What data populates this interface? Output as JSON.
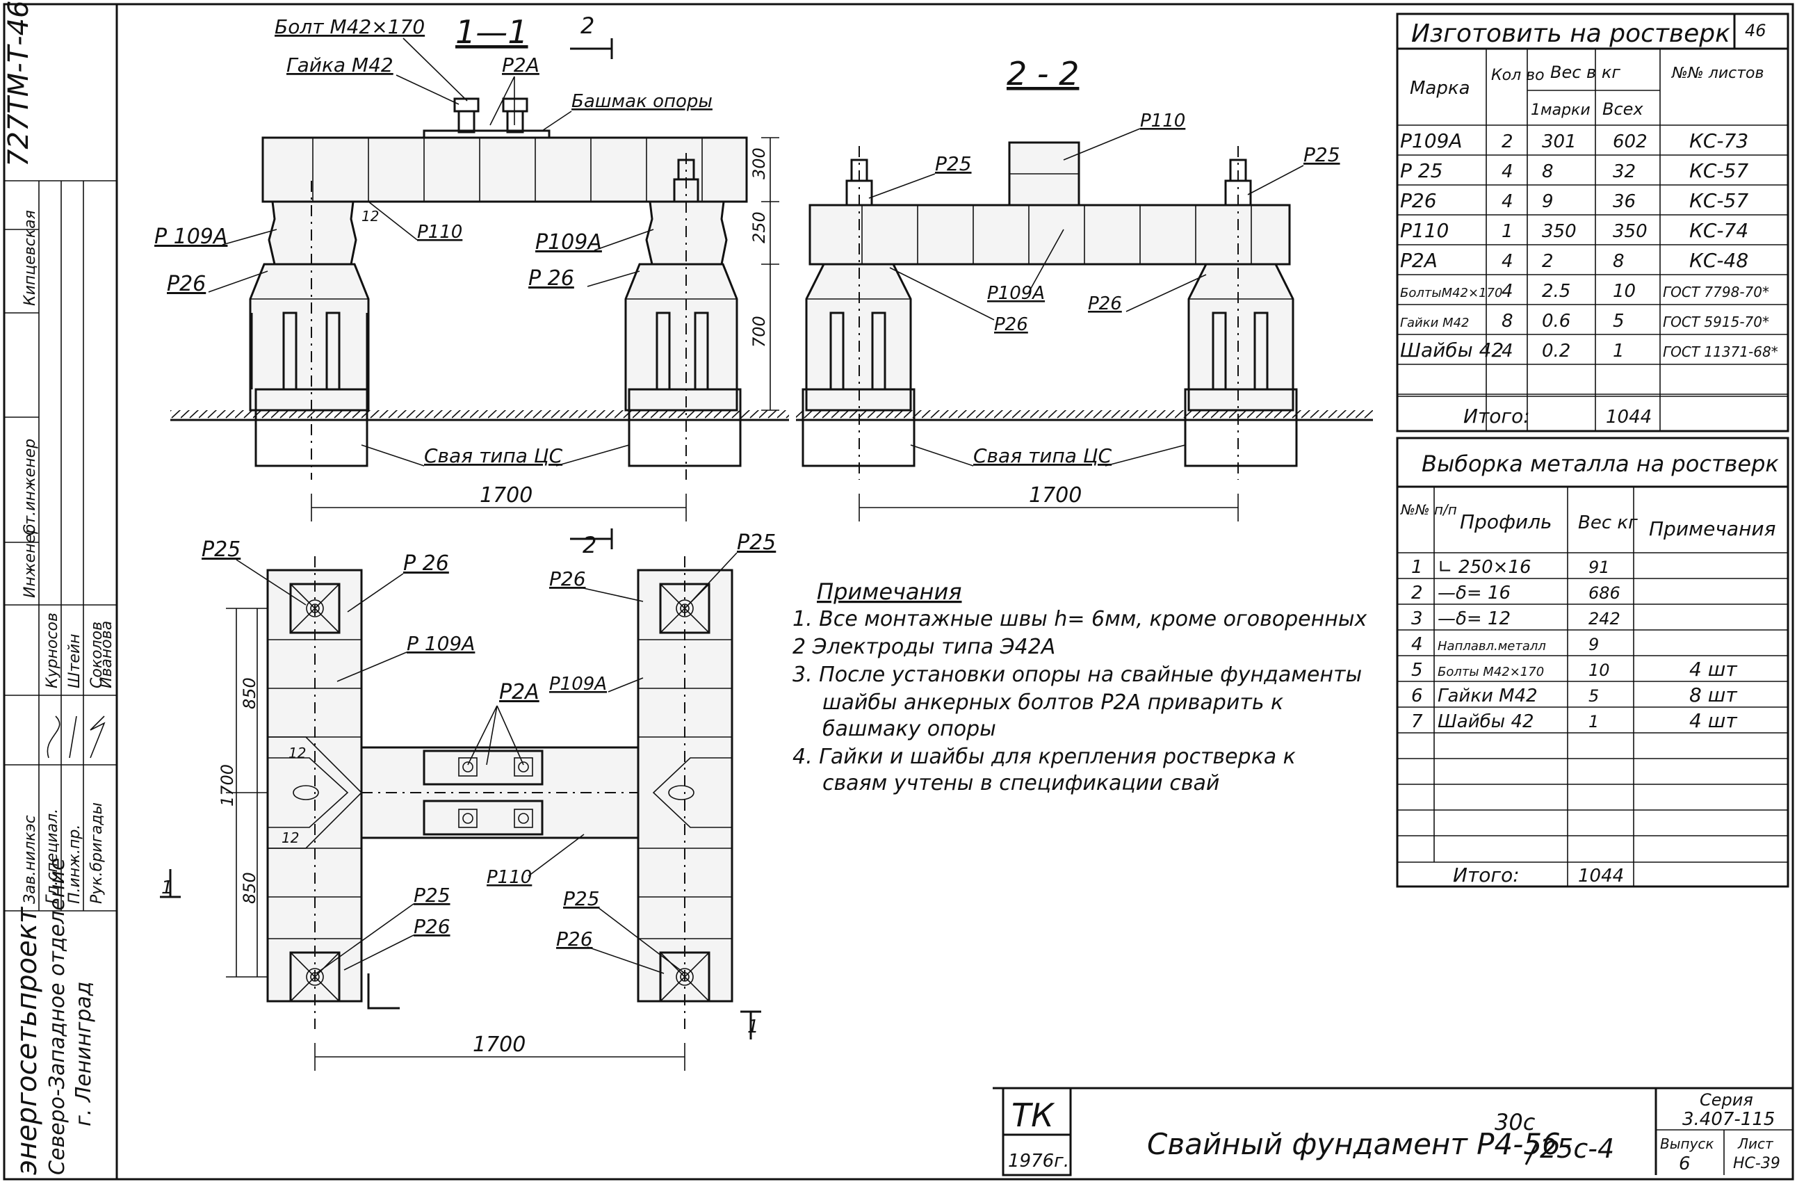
{
  "stamp_side": {
    "doc_number": "727ТМ-Т-46",
    "organization": "энергосетьпроект",
    "department": "Северо-Западное отделение",
    "city": "г. Ленинград",
    "roles": [
      "Зав.нилкэс",
      "Гл.специал.",
      "П.инж.пр.",
      "Рук.бригады",
      "Ст.инженер",
      "Инженер"
    ],
    "names": [
      "Курносов",
      "Штейн",
      "Соколов",
      "Иванова",
      "Кипцевская"
    ]
  },
  "section_1_1": {
    "title": "1—1",
    "cut_mark": "2",
    "labels": {
      "bolt": "Болт М42×170",
      "nut": "Гайка М42",
      "p2a": "Р2А",
      "shoe": "Башмак опоры",
      "p109a_left": "Р 109А",
      "p26_left": "Р26",
      "p110": "Р110",
      "p109a_right": "Р109А",
      "p26_right": "Р 26",
      "weld": "12",
      "pile": "Свая типа ЦС"
    },
    "dims": {
      "d300": "300",
      "d250": "250",
      "d700": "700",
      "span": "1700"
    }
  },
  "section_2_2": {
    "title": "2 - 2",
    "labels": {
      "p110": "Р110",
      "p25_left": "Р25",
      "p25_right": "Р25",
      "p109a": "Р109А",
      "p26_mid": "Р26",
      "p26_right": "Р26",
      "pile": "Свая типа ЦС"
    },
    "dims": {
      "span": "1700"
    }
  },
  "plan": {
    "cut_mark_top": "2",
    "cut_mark_left": "1",
    "cut_mark_right": "1",
    "labels": {
      "p25_tl": "Р25",
      "p26_tl": "Р 26",
      "p109a_l": "Р 109А",
      "p2a": "Р2А",
      "p109a_r": "Р109А",
      "p26_tr": "Р26",
      "p25_tr": "Р25",
      "p110": "Р110",
      "p25_bl": "Р25",
      "p26_bl": "Р26",
      "p25_br": "Р25",
      "p26_br": "Р26",
      "weld_a": "12",
      "weld_b": "12"
    },
    "dims": {
      "d850a": "850",
      "d850b": "850",
      "d1700v": "1700",
      "d1700h": "1700"
    }
  },
  "notes": {
    "title": "Примечания",
    "items": [
      "1. Все монтажные швы h= 6мм, кроме оговоренных",
      "2 Электроды типа Э42А",
      "3. После установки опоры на свайные фундаменты",
      "шайбы анкерных болтов Р2А приварить к",
      "башмаку опоры",
      "4. Гайки и шайбы для крепления ростверка к",
      "сваям учтены в спецификации свай"
    ]
  },
  "table_make": {
    "title": "Изготовить на ростверк",
    "sheet_no": "46",
    "headers": [
      "Марка",
      "Кол во",
      "Вес в кг",
      "1марки",
      "Всех",
      "№№ листов"
    ],
    "rows": [
      [
        "Р109А",
        "2",
        "301",
        "602",
        "КС-73"
      ],
      [
        "Р 25",
        "4",
        "8",
        "32",
        "КС-57"
      ],
      [
        "Р26",
        "4",
        "9",
        "36",
        "КС-57"
      ],
      [
        "Р110",
        "1",
        "350",
        "350",
        "КС-74"
      ],
      [
        "Р2А",
        "4",
        "2",
        "8",
        "КС-48"
      ],
      [
        "БолтыМ42×170",
        "4",
        "2.5",
        "10",
        "ГОСТ 7798-70*"
      ],
      [
        "Гайки М42",
        "8",
        "0.6",
        "5",
        "ГОСТ 5915-70*"
      ],
      [
        "Шайбы 42",
        "4",
        "0.2",
        "1",
        "ГОСТ 11371-68*"
      ]
    ],
    "total_label": "Итого:",
    "total_value": "1044"
  },
  "table_metal": {
    "title": "Выборка металла на ростверк",
    "headers": [
      "№№ п/п",
      "Профиль",
      "Вес кг",
      "Примечания"
    ],
    "rows": [
      [
        "1",
        "∟ 250×16",
        "91",
        ""
      ],
      [
        "2",
        "—δ= 16",
        "686",
        ""
      ],
      [
        "3",
        "—δ= 12",
        "242",
        ""
      ],
      [
        "4",
        "Наплавл.металл",
        "9",
        ""
      ],
      [
        "5",
        "Болты М42×170",
        "10",
        "4 шт"
      ],
      [
        "6",
        "Гайки М42",
        "5",
        "8 шт"
      ],
      [
        "7",
        "Шайбы 42",
        "1",
        "4 шт"
      ]
    ],
    "total_label": "Итого:",
    "total_value": "1044"
  },
  "title_block": {
    "tk": "ТК",
    "year": "1976г.",
    "title": "Свайный фундамент Р4-56-",
    "frac_num": "30с",
    "frac_den": "25с-4",
    "series_label": "Серия",
    "series_value": "3.407-115",
    "issue_label": "Выпуск",
    "issue_value": "6",
    "sheet_label": "Лист",
    "sheet_value": "НС-39"
  }
}
